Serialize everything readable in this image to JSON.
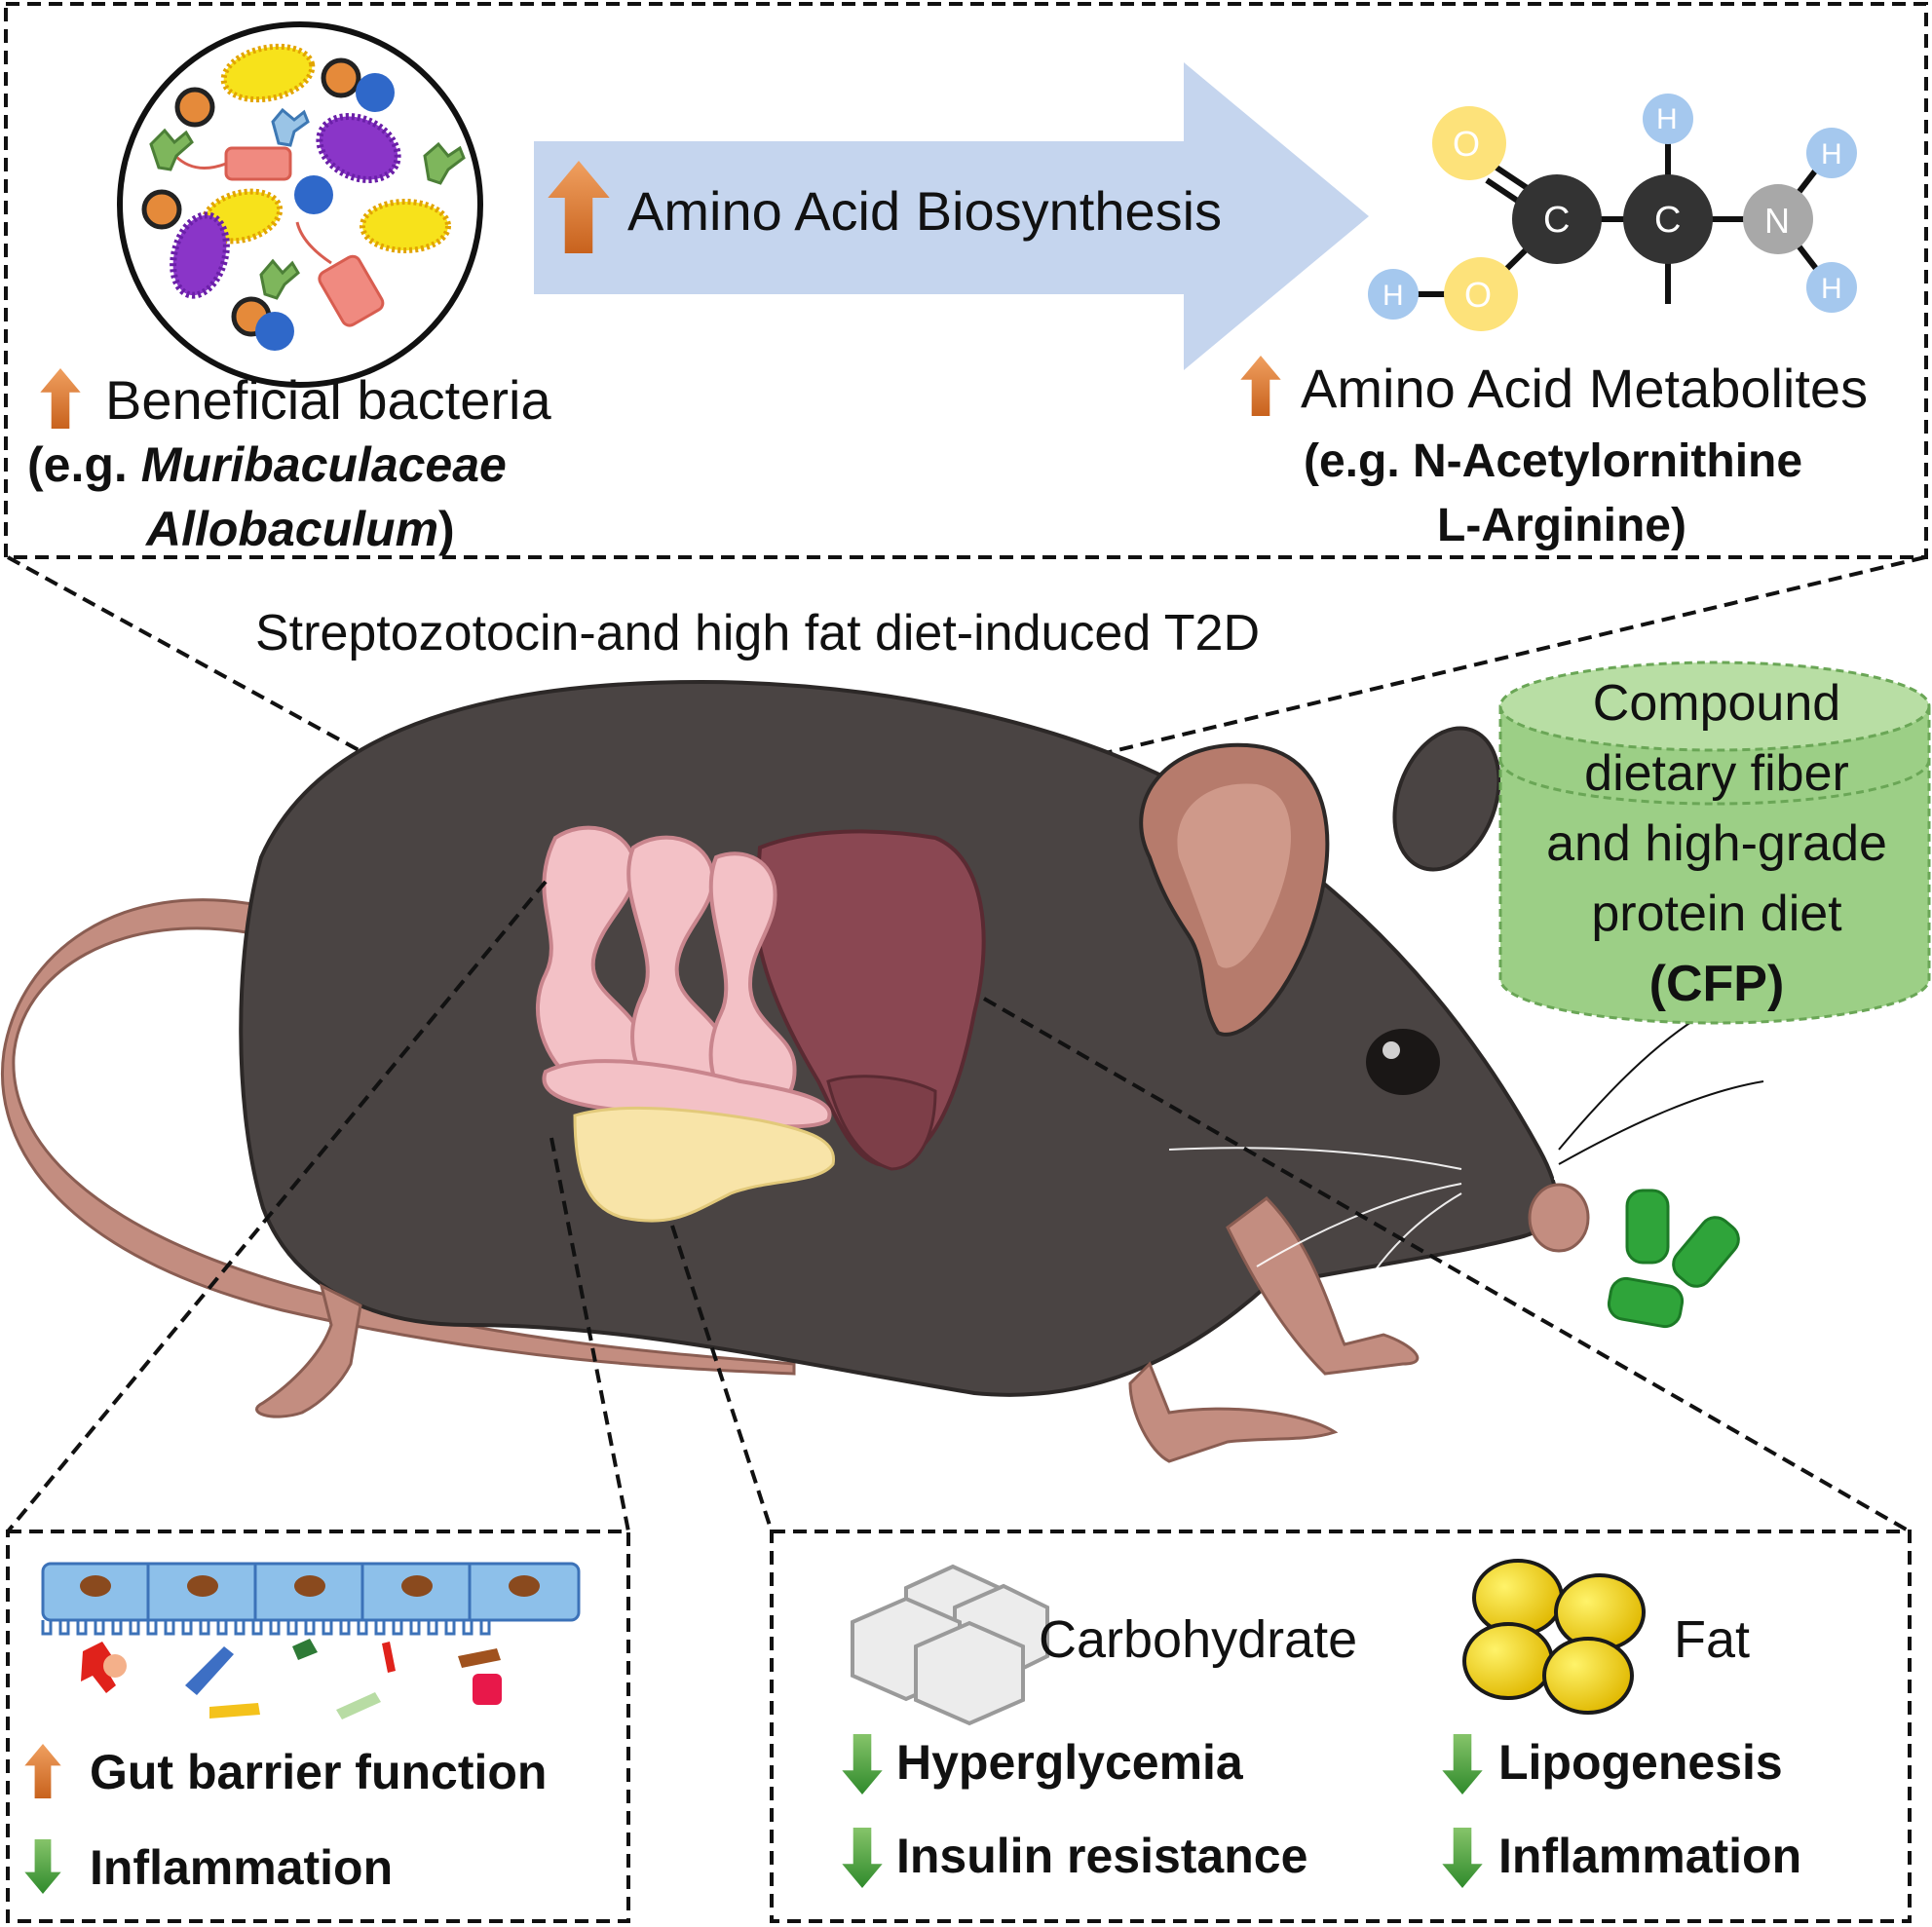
{
  "top": {
    "biosynthesis_label": "Amino Acid Biosynthesis",
    "bacteria": {
      "label": "Beneficial bacteria",
      "example_prefix": "(e.g. ",
      "genus1": "Muribaculaceae",
      "genus2": "Allobaculum",
      "example_suffix": ")"
    },
    "metabolites": {
      "label": "Amino Acid Metabolites",
      "line1": "(e.g. N-Acetylornithine",
      "line2": "L-Arginine)"
    },
    "molecule_atoms": {
      "o": "O",
      "c": "C",
      "n": "N",
      "h": "H"
    }
  },
  "middle": {
    "model_label": "Streptozotocin-and high fat diet-induced T2D",
    "diet": {
      "line1": "Compound",
      "line2": "dietary fiber",
      "line3": "and high-grade",
      "line4": "protein diet",
      "line5": "(CFP)"
    }
  },
  "bottom_left": {
    "gut_barrier": "Gut barrier function",
    "inflammation": "Inflammation"
  },
  "bottom_right": {
    "carbohydrate": "Carbohydrate",
    "fat": "Fat",
    "hyperglycemia": "Hyperglycemia",
    "insulin_resistance": "Insulin resistance",
    "lipogenesis": "Lipogenesis",
    "inflammation": "Inflammation"
  },
  "colors": {
    "up_arrow": "#e07b2e",
    "down_arrow": "#3f9a3a",
    "big_arrow": "#c5d5ee",
    "mouse_body": "#4a4443",
    "diet_cylinder": "#9ccf86",
    "pellet": "#2fa43a"
  }
}
